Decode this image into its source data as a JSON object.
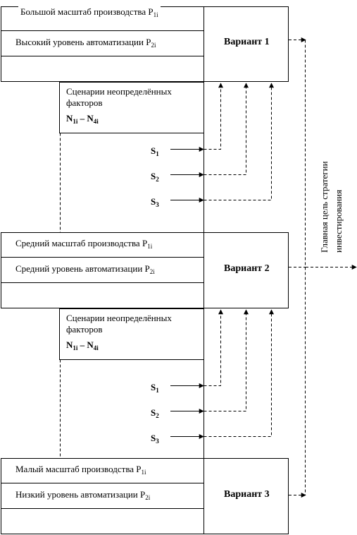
{
  "variants": [
    {
      "scale_label": "Большой масштаб производства P",
      "scale_sub": "1i",
      "automation_label": "Высокий уровень автоматизации P",
      "automation_sub": "2i",
      "variant_label": "Вариант 1"
    },
    {
      "scale_label": "Средний масштаб производства P",
      "scale_sub": "1i",
      "automation_label": "Средний уровень автоматизации P",
      "automation_sub": "2i",
      "variant_label": "Вариант 2"
    },
    {
      "scale_label": "Малый масштаб производства P",
      "scale_sub": "1i",
      "automation_label": "Низкий уровень автоматизации P",
      "automation_sub": "2i",
      "variant_label": "Вариант 3"
    }
  ],
  "scenarios": [
    {
      "line1": "Сценарии неопределённых",
      "line2": "факторов",
      "n_first": "N",
      "n_first_sub": "1i",
      "dash": " – ",
      "n_last": "N",
      "n_last_sub": "4i",
      "signals": [
        {
          "label": "S",
          "sub": "1"
        },
        {
          "label": "S",
          "sub": "2"
        },
        {
          "label": "S",
          "sub": "3"
        }
      ]
    },
    {
      "line1": "Сценарии неопределённых",
      "line2": "факторов",
      "n_first": "N",
      "n_first_sub": "1i",
      "dash": " – ",
      "n_last": "N",
      "n_last_sub": "4i",
      "signals": [
        {
          "label": "S",
          "sub": "1"
        },
        {
          "label": "S",
          "sub": "2"
        },
        {
          "label": "S",
          "sub": "3"
        }
      ]
    }
  ],
  "goal": {
    "line1": "Главная цель стратегии",
    "line2": "инвестирования"
  }
}
